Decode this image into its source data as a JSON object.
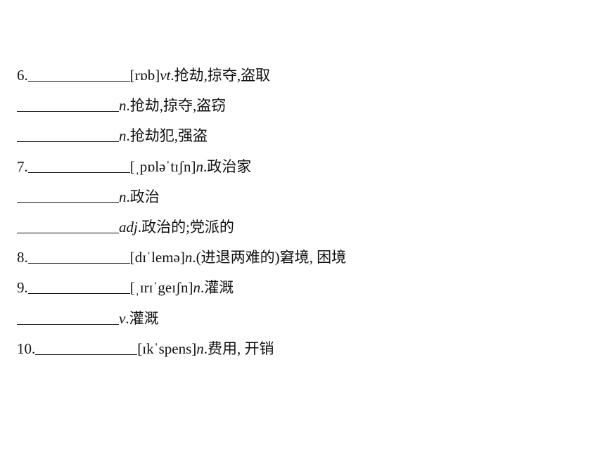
{
  "entries": [
    {
      "number": "6.",
      "phonetic": "[rɒb]",
      "pos": "vt",
      "meaning": ".抢劫,掠夺,盗取"
    },
    {
      "number": "",
      "phonetic": "",
      "pos": "n",
      "meaning": ".抢劫,掠夺,盗窃"
    },
    {
      "number": "",
      "phonetic": "",
      "pos": "n",
      "meaning": ".抢劫犯,强盗"
    },
    {
      "number": "7.",
      "phonetic": "[ˌpɒləˈtɪʃn]",
      "pos": "n",
      "meaning": ".政治家"
    },
    {
      "number": "",
      "phonetic": "",
      "pos": "n",
      "meaning": ".政治"
    },
    {
      "number": "",
      "phonetic": "",
      "pos": "adj",
      "meaning": ".政治的;党派的"
    },
    {
      "number": "8.",
      "phonetic": "[dɪˈlemə]",
      "pos": "n",
      "meaning": ".(进退两难的)窘境, 困境"
    },
    {
      "number": "9.",
      "phonetic": "[ˌɪrɪˈgeɪʃn]",
      "pos": "n",
      "meaning": ".灌溉"
    },
    {
      "number": "",
      "phonetic": "",
      "pos": "v",
      "meaning": ".灌溉"
    },
    {
      "number": "10.",
      "phonetic": "[ɪkˈspens]",
      "pos": "n",
      "meaning": ".费用, 开销"
    }
  ]
}
